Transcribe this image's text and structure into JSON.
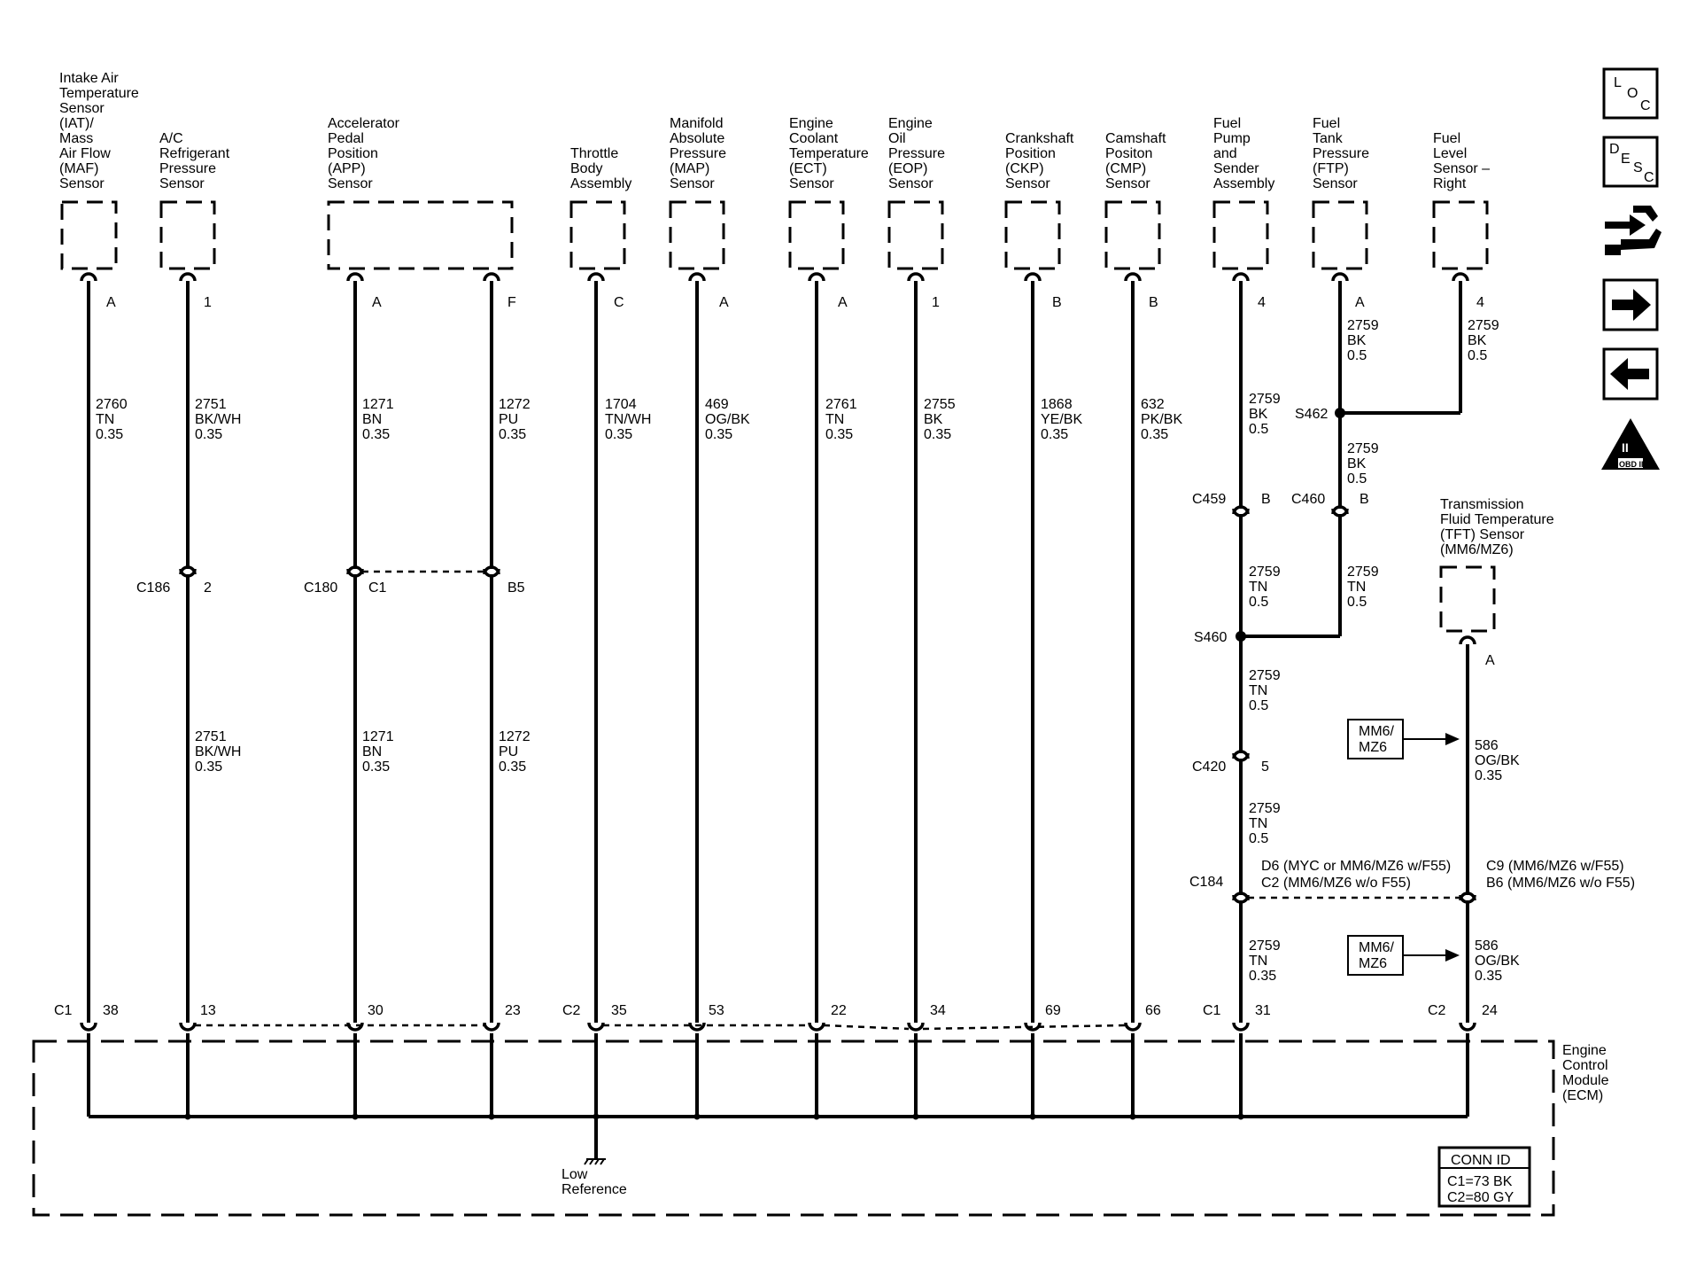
{
  "sensors": {
    "iat": [
      "Intake Air",
      "Temperature",
      "Sensor",
      "(IAT)/",
      "Mass",
      "Air Flow",
      "(MAF)",
      "Sensor"
    ],
    "ac": [
      "A/C",
      "Refrigerant",
      "Pressure",
      "Sensor"
    ],
    "app": [
      "Accelerator",
      "Pedal",
      "Position",
      "(APP)",
      "Sensor"
    ],
    "throttle": [
      "Throttle",
      "Body",
      "Assembly"
    ],
    "map": [
      "Manifold",
      "Absolute",
      "Pressure",
      "(MAP)",
      "Sensor"
    ],
    "ect": [
      "Engine",
      "Coolant",
      "Temperature",
      "(ECT)",
      "Sensor"
    ],
    "eop": [
      "Engine",
      "Oil",
      "Pressure",
      "(EOP)",
      "Sensor"
    ],
    "ckp": [
      "Crankshaft",
      "Position",
      "(CKP)",
      "Sensor"
    ],
    "cmp": [
      "Camshaft",
      "Positon",
      "(CMP)",
      "Sensor"
    ],
    "fuelpump": [
      "Fuel",
      "Pump",
      "and",
      "Sender",
      "Assembly"
    ],
    "ftp": [
      "Fuel",
      "Tank",
      "Pressure",
      "(FTP)",
      "Sensor"
    ],
    "fuellevel": [
      "Fuel",
      "Level",
      "Sensor –",
      "Right"
    ],
    "tft": [
      "Transmission",
      "Fluid Temperature",
      "(TFT) Sensor",
      "(MM6/MZ6)"
    ]
  },
  "pins_top": {
    "iat": "A",
    "ac": "1",
    "app_a": "A",
    "app_f": "F",
    "throttle": "C",
    "map": "A",
    "ect": "A",
    "eop": "1",
    "ckp": "B",
    "cmp": "B",
    "fuelpump": "4",
    "ftp": "A",
    "fuellevel": "4",
    "tft": "A"
  },
  "wires": {
    "iat": [
      "2760",
      "TN",
      "0.35"
    ],
    "ac_upper": [
      "2751",
      "BK/WH",
      "0.35"
    ],
    "ac_lower": [
      "2751",
      "BK/WH",
      "0.35"
    ],
    "app_a_upper": [
      "1271",
      "BN",
      "0.35"
    ],
    "app_a_lower": [
      "1271",
      "BN",
      "0.35"
    ],
    "app_f_upper": [
      "1272",
      "PU",
      "0.35"
    ],
    "app_f_lower": [
      "1272",
      "PU",
      "0.35"
    ],
    "throttle": [
      "1704",
      "TN/WH",
      "0.35"
    ],
    "map": [
      "469",
      "OG/BK",
      "0.35"
    ],
    "ect": [
      "2761",
      "TN",
      "0.35"
    ],
    "eop": [
      "2755",
      "BK",
      "0.35"
    ],
    "ckp": [
      "1868",
      "YE/BK",
      "0.35"
    ],
    "cmp": [
      "632",
      "PK/BK",
      "0.35"
    ],
    "fp_1": [
      "2759",
      "BK",
      "0.5"
    ],
    "fp_2": [
      "2759",
      "TN",
      "0.5"
    ],
    "fp_3": [
      "2759",
      "TN",
      "0.5"
    ],
    "fp_4": [
      "2759",
      "TN",
      "0.5"
    ],
    "fp_5": [
      "2759",
      "TN",
      "0.35"
    ],
    "ftp_1": [
      "2759",
      "BK",
      "0.5"
    ],
    "ftp_2": [
      "2759",
      "BK",
      "0.5"
    ],
    "ftp_3": [
      "2759",
      "TN",
      "0.5"
    ],
    "fl_1": [
      "2759",
      "BK",
      "0.5"
    ],
    "tft_1": [
      "586",
      "OG/BK",
      "0.35"
    ],
    "tft_2": [
      "586",
      "OG/BK",
      "0.35"
    ]
  },
  "connectors": {
    "c186": "C186",
    "c186_pin": "2",
    "c180": "C180",
    "c180_pin1": "C1",
    "c180_pin2": "B5",
    "c459": "C459",
    "c459_pin": "B",
    "c460": "C460",
    "c460_pin": "B",
    "c420": "C420",
    "c420_pin": "5",
    "c184": "C184",
    "c184_left_1": "D6 (MYC or MM6/MZ6 w/F55)",
    "c184_left_2": "C2 (MM6/MZ6 w/o F55)",
    "c184_right_1": "C9 (MM6/MZ6 w/F55)",
    "c184_right_2": "B6 (MM6/MZ6 w/o F55)"
  },
  "splices": {
    "s462": "S462",
    "s460": "S460"
  },
  "options": [
    "MM6/",
    "MZ6"
  ],
  "ecm_pins": {
    "c1_left": "C1",
    "p38": "38",
    "p13": "13",
    "p30": "30",
    "p23": "23",
    "c2_left": "C2",
    "p35": "35",
    "p53": "53",
    "p22": "22",
    "p34": "34",
    "p69": "69",
    "p66": "66",
    "c1_right": "C1",
    "p31": "31",
    "c2_right": "C2",
    "p24": "24"
  },
  "ecm": {
    "label": [
      "Engine",
      "Control",
      "Module",
      "(ECM)"
    ],
    "ground": [
      "Low",
      "Reference"
    ],
    "conn_title": "CONN ID",
    "conn_1": "C1=73 BK",
    "conn_2": "C2=80 GY"
  },
  "nav": {
    "loc": [
      "L",
      "O",
      "C"
    ],
    "desc": [
      "D",
      "E",
      "S",
      "C"
    ],
    "obd_num": "II",
    "obd_text": "OBD II"
  }
}
